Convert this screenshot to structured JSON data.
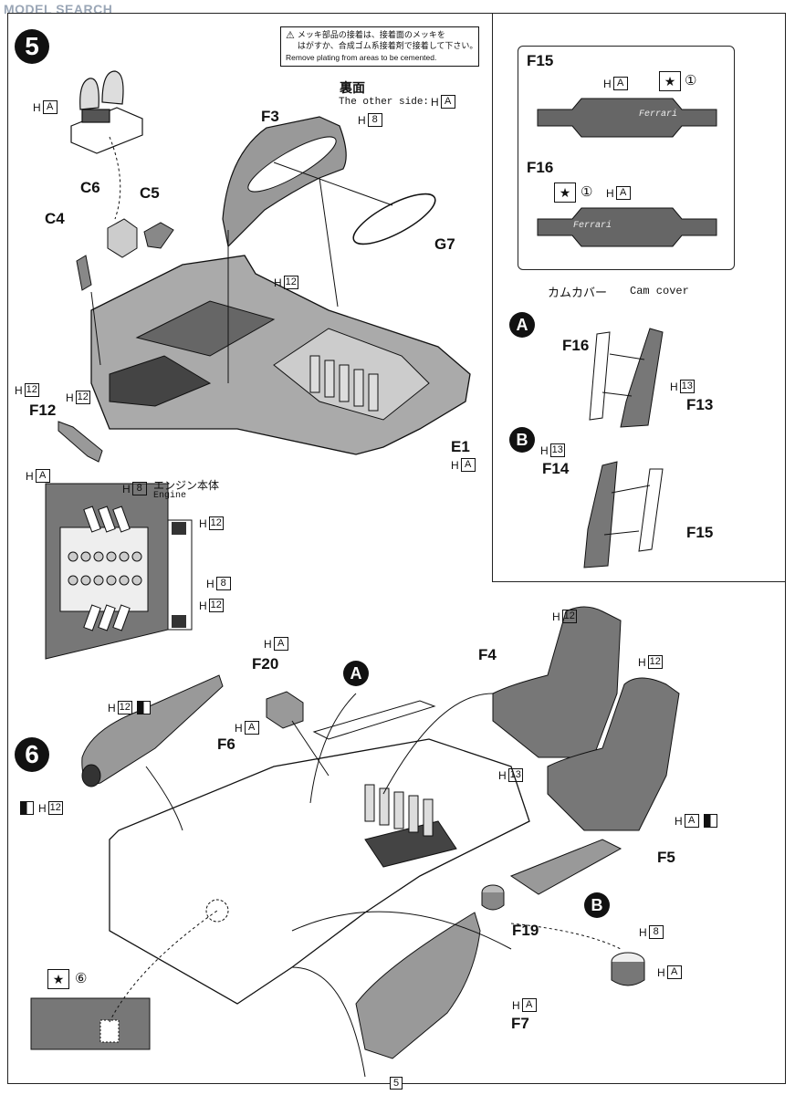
{
  "watermark": "MODEL SEARCH",
  "caution": {
    "jp_line1": "メッキ部品の接着は、接着面のメッキを",
    "jp_line2": "はがすか、合成ゴム系接着剤で接着して下さい。",
    "en": "Remove plating from areas to be cemented."
  },
  "step5": {
    "number": "5",
    "parts": {
      "f3": "F3",
      "g7": "G7",
      "c6": "C6",
      "c5": "C5",
      "c4": "C4",
      "f12": "F12",
      "e1": "E1"
    },
    "other_side_jp": "裏面",
    "other_side_en": "The other side:",
    "engine_jp": "エンジン本体",
    "engine_en": "Engine"
  },
  "cam": {
    "f15": "F15",
    "f16": "F16",
    "marker_1": "①",
    "caption_jp": "カムカバー",
    "caption_en": "Cam cover",
    "logo": "Ferrari",
    "sub_a": "A",
    "sub_b": "B",
    "f16b": "F16",
    "f13": "F13",
    "f14": "F14",
    "f15b": "F15"
  },
  "step6": {
    "number": "6",
    "parts": {
      "f20": "F20",
      "f4": "F4",
      "f6": "F6",
      "f5": "F5",
      "f19": "F19",
      "f7": "F7"
    },
    "sub_a": "A",
    "sub_b": "B",
    "marker_6": "⑥"
  },
  "codes": {
    "h": "H",
    "a": "A",
    "eight": "8",
    "twelve": "12",
    "thirteen": "13"
  },
  "page_number": "5"
}
